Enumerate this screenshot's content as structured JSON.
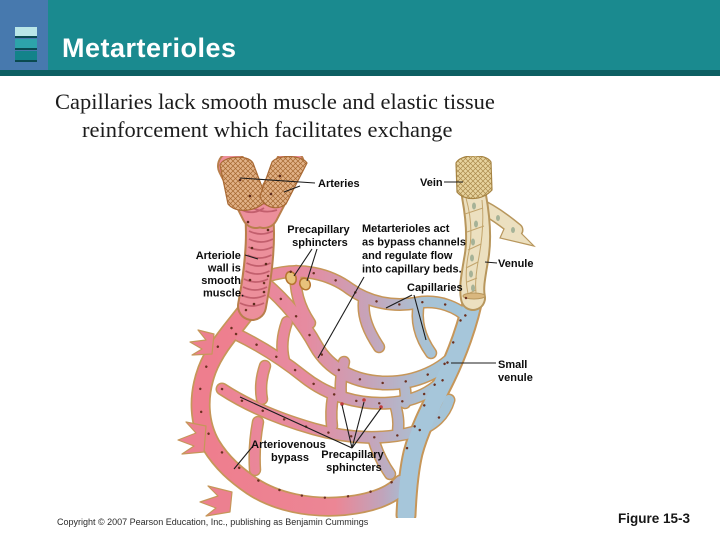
{
  "slide": {
    "title": "Metarterioles",
    "body": {
      "line1": "Capillaries lack smooth muscle and elastic tissue",
      "line2": "reinforcement which facilitates exchange"
    },
    "footer": {
      "copyright": "Copyright © 2007 Pearson Education, Inc., publishing as Benjamin Cummings",
      "figure": "Figure 15-3"
    },
    "theme": {
      "header_teal": "#1a8a8f",
      "header_underline": "#0d5f63",
      "logo_blue": "#4779ae",
      "logo_bar_light": "#b9e6e8",
      "logo_bar_mid": "#2da4aa",
      "logo_bar_dark": "#13838a"
    }
  },
  "diagram": {
    "labels": {
      "arteries": {
        "text": "Arteries"
      },
      "vein": {
        "text": "Vein"
      },
      "precapillary_top": {
        "lines": [
          "Precapillary",
          "sphincters"
        ]
      },
      "metarterioles": {
        "lines": [
          "Metarterioles act",
          "as bypass channels",
          "and regulate flow",
          "into capillary beds."
        ]
      },
      "arteriole_wall": {
        "lines": [
          "Arteriole",
          "wall is",
          "smooth",
          "muscle."
        ]
      },
      "capillaries": {
        "text": "Capillaries"
      },
      "venule": {
        "text": "Venule"
      },
      "small_venule": {
        "lines": [
          "Small",
          "venule"
        ]
      },
      "arteriovenous_bypass": {
        "lines": [
          "Arteriovenous",
          "bypass"
        ]
      },
      "precapillary_bottom": {
        "lines": [
          "Precapillary",
          "sphincters"
        ]
      }
    },
    "vessel_colors": {
      "artery_pink": "#ec8f9b",
      "capillary_outline_tan": "#c69659",
      "vein_tan": "#ece0c0",
      "venule_blue": "#a6c6da"
    }
  }
}
